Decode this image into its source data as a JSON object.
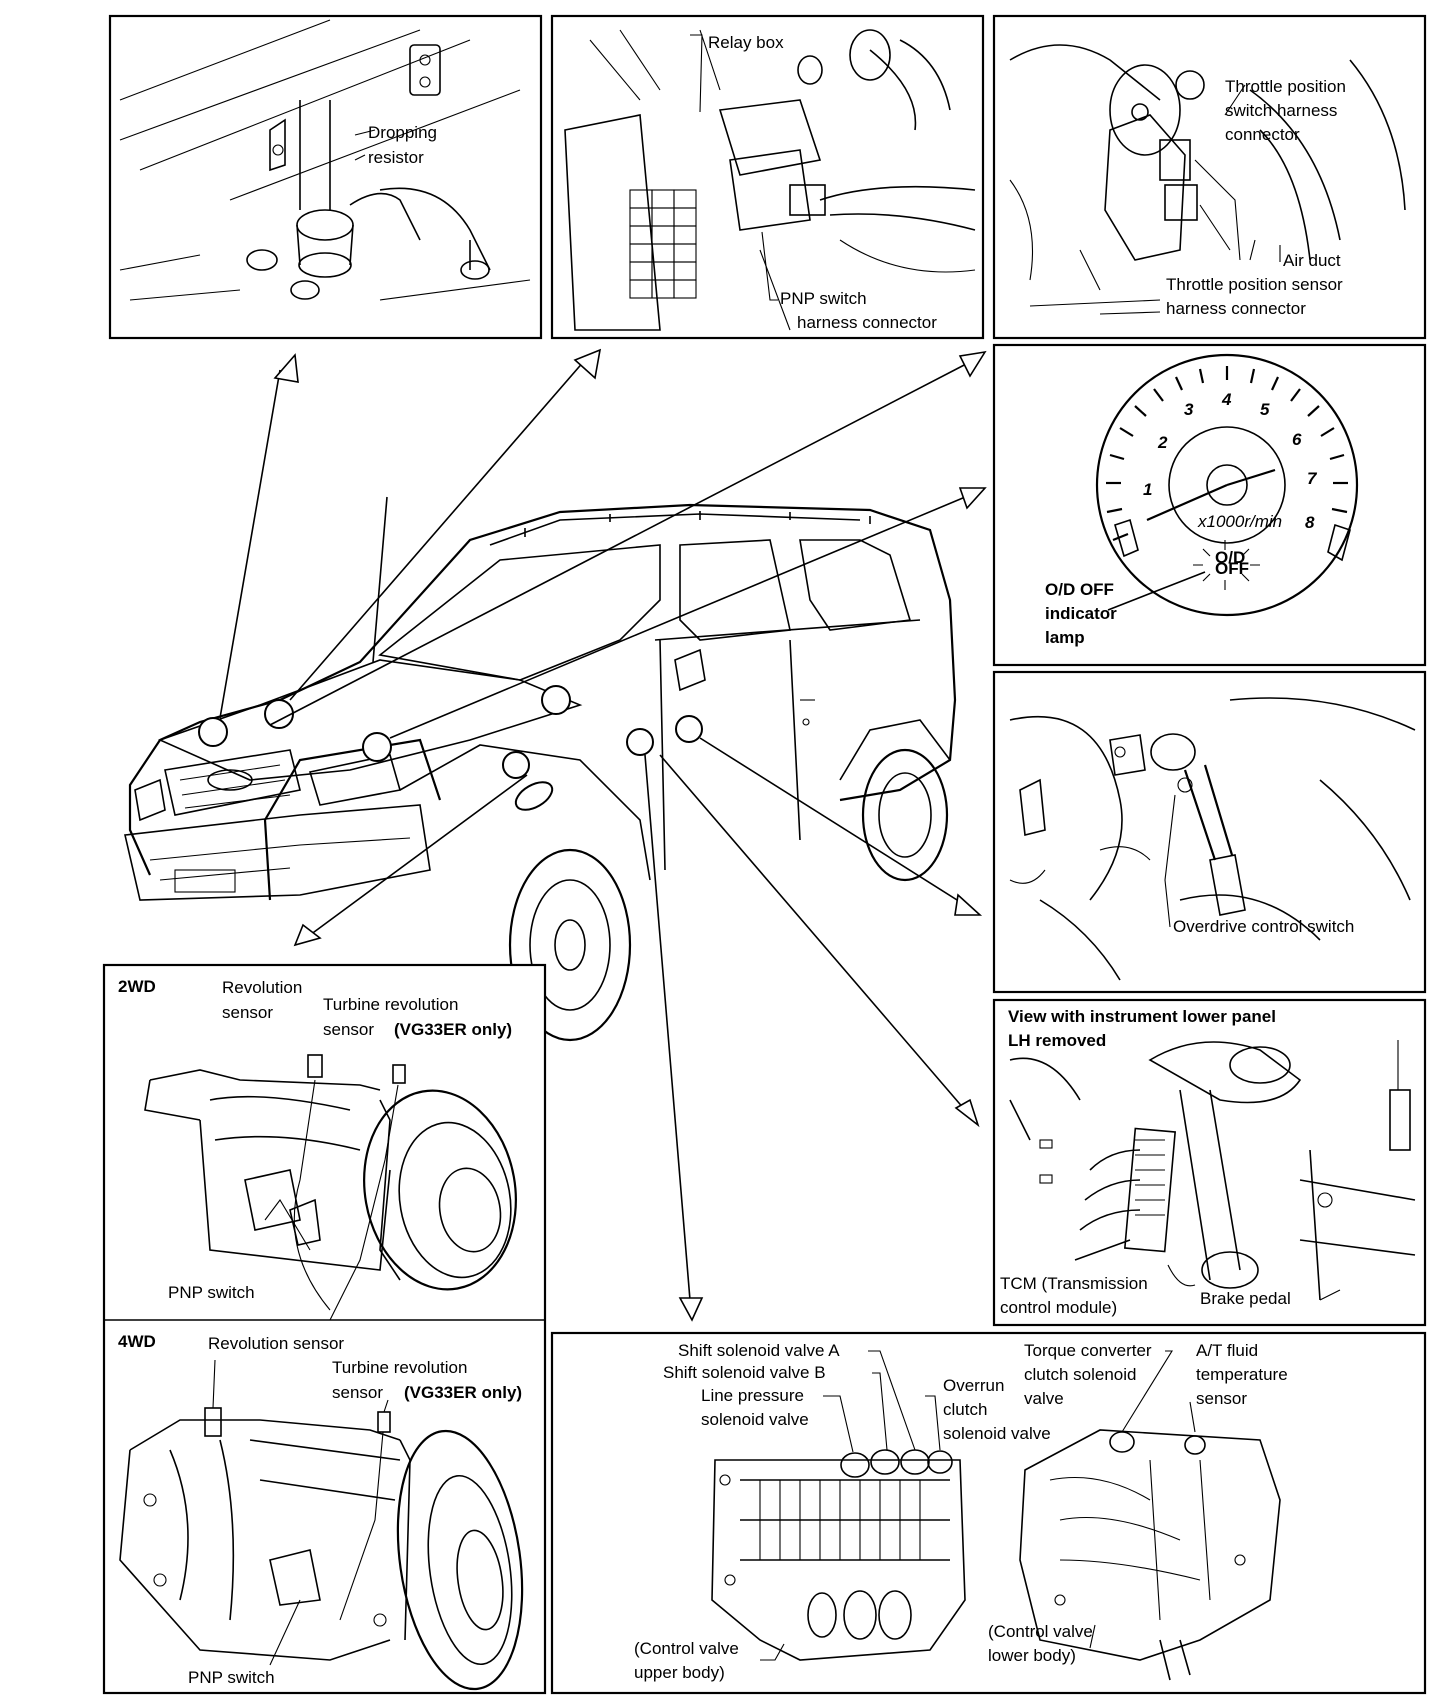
{
  "diagram": {
    "panels": {
      "dropping_resistor": {
        "label_line1": "Dropping",
        "label_line2": "resistor"
      },
      "relay_box": {
        "relay_box_label": "Relay box",
        "pnp_label_line1": "PNP switch",
        "pnp_label_line2": "harness connector"
      },
      "throttle": {
        "tps_switch_line1": "Throttle position",
        "tps_switch_line2": "switch harness",
        "tps_switch_line3": "connector",
        "air_duct": "Air duct",
        "tps_sensor_line1": "Throttle position sensor",
        "tps_sensor_line2": "harness connector"
      },
      "tachometer": {
        "numerals": [
          "1",
          "2",
          "3",
          "4",
          "5",
          "6",
          "7",
          "8"
        ],
        "unit": "x1000r/min",
        "od_lamp_text_1": "O/D",
        "od_lamp_text_2": "OFF",
        "indicator_line1": "O/D OFF",
        "indicator_line2": "indicator",
        "indicator_line3": "lamp"
      },
      "overdrive": {
        "label": "Overdrive control switch"
      },
      "tcm": {
        "header_line1": "View with instrument lower panel",
        "header_line2": "LH removed",
        "tcm_line1": "TCM (Transmission",
        "tcm_line2": "control module)",
        "brake_pedal": "Brake pedal"
      },
      "trans_2wd": {
        "heading": "2WD",
        "revolution_line1": "Revolution",
        "revolution_line2": "sensor",
        "turbine_line1": "Turbine revolution",
        "turbine_line2_a": "sensor",
        "turbine_line2_b": "(VG33ER only)",
        "pnp": "PNP switch"
      },
      "trans_4wd": {
        "heading": "4WD",
        "revolution": "Revolution sensor",
        "turbine_line1": "Turbine revolution",
        "turbine_line2_a": "sensor",
        "turbine_line2_b": "(VG33ER only)",
        "pnp": "PNP switch"
      },
      "control_valve": {
        "shift_a": "Shift solenoid valve A",
        "shift_b": "Shift solenoid valve B",
        "line_pressure_1": "Line pressure",
        "line_pressure_2": "solenoid valve",
        "overrun_1": "Overrun",
        "overrun_2": "clutch",
        "overrun_3": "solenoid valve",
        "torque_1": "Torque converter",
        "torque_2": "clutch solenoid",
        "torque_3": "valve",
        "atf_1": "A/T fluid",
        "atf_2": "temperature",
        "atf_3": "sensor",
        "upper_1": "(Control valve",
        "upper_2": "upper body)",
        "lower_1": "(Control valve",
        "lower_2": "lower body)"
      }
    }
  }
}
